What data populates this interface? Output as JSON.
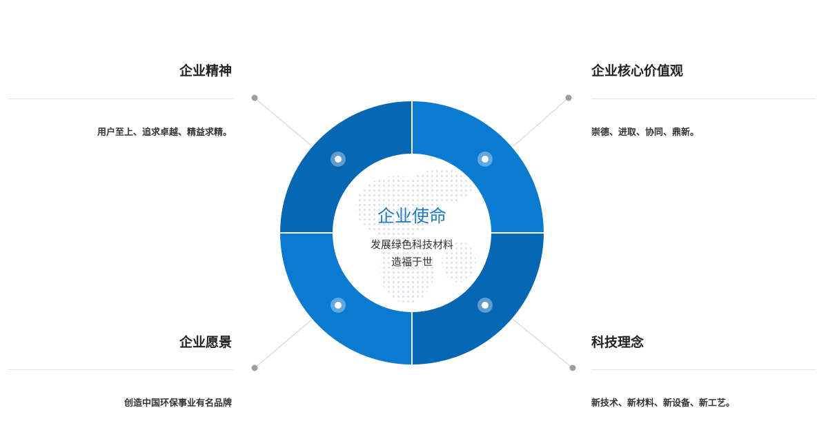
{
  "center": {
    "title": "企业使命",
    "line1": "发展绿色科技材料",
    "line2": "造福于世"
  },
  "items": {
    "top_left": {
      "title": "企业精神",
      "desc": "用户至上、追求卓越、精益求精。"
    },
    "top_right": {
      "title": "企业核心价值观",
      "desc": "崇德、进取、协同、鼎新。"
    },
    "bottom_left": {
      "title": "企业愿景",
      "desc": "创造中国环保事业有名品牌"
    },
    "bottom_right": {
      "title": "科技理念",
      "desc": "新技术、新材料、新设备、新工艺。"
    }
  },
  "colors": {
    "segment_dark": "#0668b5",
    "segment_light": "#0a7bd0",
    "center_title": "#1f7bc4",
    "connector": "#d0d0d0",
    "dot": "#9e9e9e"
  }
}
